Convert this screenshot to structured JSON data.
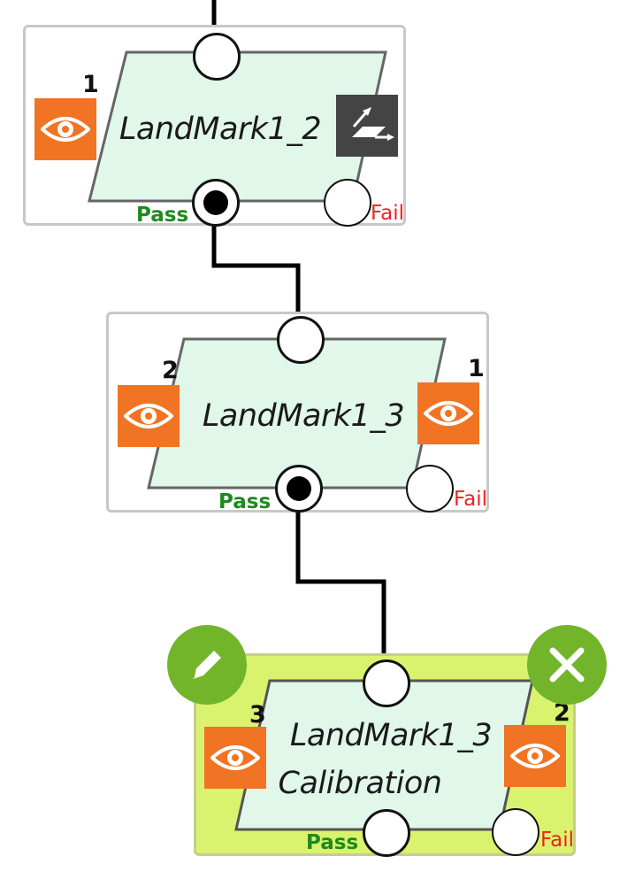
{
  "colors": {
    "eye_icon_bg": "#f07423",
    "selected_node_bg": "#d9f36e",
    "node_fill": "#e0f7ea",
    "action_button": "#72b52b",
    "pass_text": "#1e8a1e",
    "fail_text": "#ee2222"
  },
  "nodes": [
    {
      "title": "LandMark1_2",
      "left_index": "1",
      "right_icon": "coordinate-transform-icon",
      "pass_label": "Pass",
      "fail_label": "Fail",
      "selected": false
    },
    {
      "title": "LandMark1_3",
      "left_index": "2",
      "right_index": "1",
      "pass_label": "Pass",
      "fail_label": "Fail",
      "selected": false
    },
    {
      "title_line1": "LandMark1_3",
      "title_line2": "Calibration",
      "left_index": "3",
      "right_index": "2",
      "pass_label": "Pass",
      "fail_label": "Fail",
      "selected": true,
      "actions": [
        "edit-icon",
        "close-icon"
      ]
    }
  ]
}
